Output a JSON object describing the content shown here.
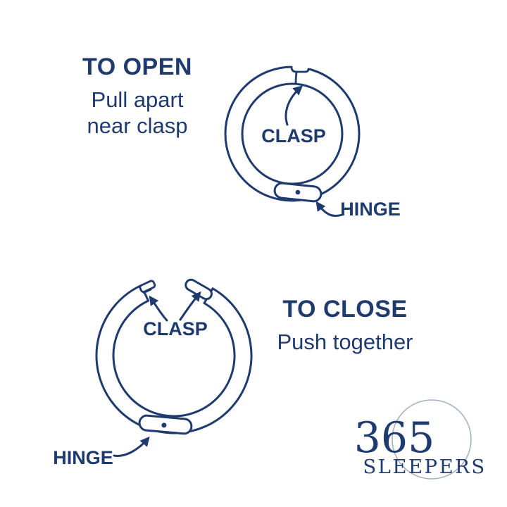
{
  "colors": {
    "navy": "#1e3a6e",
    "logo_circle_gray": "#a3b2c2"
  },
  "open_section": {
    "title": "TO OPEN",
    "line1": "Pull apart",
    "line2": "near clasp",
    "clasp_label": "CLASP",
    "hinge_label": "HINGE"
  },
  "close_section": {
    "title": "TO CLOSE",
    "line1": "Push together",
    "clasp_label": "CLASP",
    "hinge_label": "HINGE"
  },
  "logo": {
    "number": "365",
    "name": "SLEEPERS"
  }
}
